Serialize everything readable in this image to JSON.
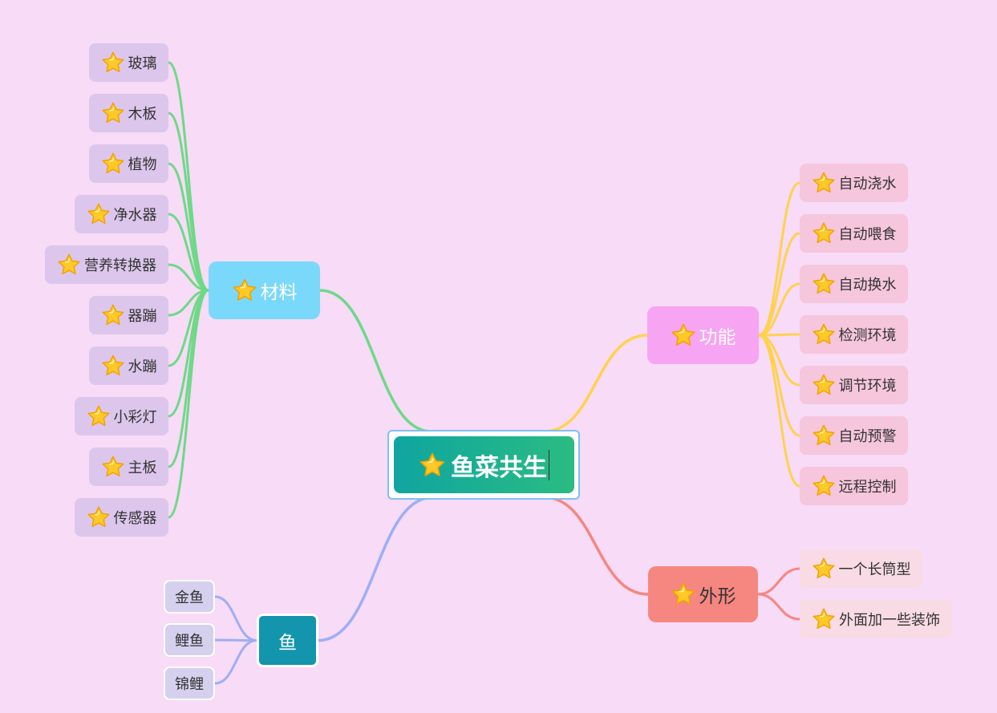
{
  "root": {
    "label": "鱼菜共生",
    "icon": "star-icon"
  },
  "colors": {
    "background": "#f7dbf7",
    "materials_line": "#6ed987",
    "functions_line": "#ffd24d",
    "shape_line": "#f58780",
    "fish_line": "#9eaef5"
  },
  "branches": [
    {
      "id": "materials",
      "label": "材料",
      "icon": "star-icon",
      "color": "#7ad8fb",
      "text_color": "#ffffff",
      "children": [
        "玻璃",
        "木板",
        "植物",
        "净水器",
        "营养转换器",
        "器蹦",
        "水蹦",
        "小彩灯",
        "主板",
        "传感器"
      ]
    },
    {
      "id": "functions",
      "label": "功能",
      "icon": "star-icon",
      "color": "#f7a4f2",
      "text_color": "#ffffff",
      "children": [
        "自动浇水",
        "自动喂食",
        "自动换水",
        "检测环境",
        "调节环境",
        "自动预警",
        "远程控制"
      ]
    },
    {
      "id": "shape",
      "label": "外形",
      "icon": "star-icon",
      "color": "#f58780",
      "text_color": "#333333",
      "children": [
        "一个长筒型",
        "外面加一些装饰"
      ]
    },
    {
      "id": "fish",
      "label": "鱼",
      "icon": "",
      "color": "#1395ad",
      "text_color": "#ffffff",
      "children": [
        "金鱼",
        "鲤鱼",
        "锦鲤"
      ]
    }
  ]
}
